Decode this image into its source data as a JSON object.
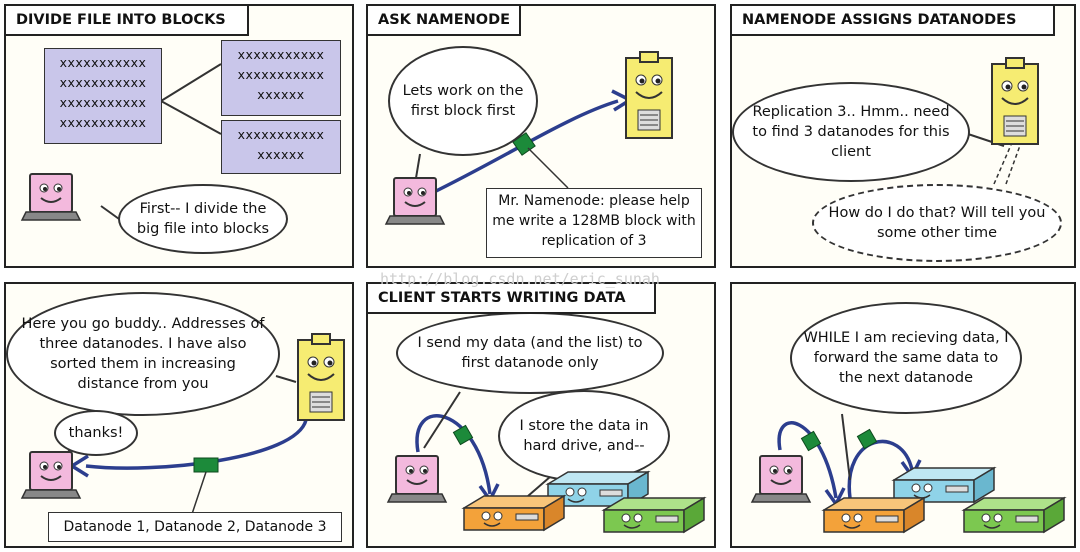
{
  "panels": [
    {
      "title": "DIVIDE FILE INTO BLOCKS",
      "file_lines": [
        "xxxxxxxxxxx",
        "xxxxxxxxxxx",
        "xxxxxxxxxxx",
        "xxxxxxxxxxx"
      ],
      "block1_lines": [
        "xxxxxxxxxxx",
        "xxxxxxxxxxx",
        "xxxxxx"
      ],
      "block2_lines": [
        "xxxxxxxxxxx",
        "xxxxxx"
      ],
      "speech": "First-- I divide the big file into blocks"
    },
    {
      "title": "ASK NAMENODE",
      "speech": "Lets work on the first block first",
      "message": "Mr. Namenode: please help me write a 128MB block with replication of 3"
    },
    {
      "title": "NAMENODE ASSIGNS DATANODES",
      "speech": "Replication 3.. Hmm.. need to find 3 datanodes for this client",
      "thought": "How do I do that? Will tell you some other time"
    },
    {
      "speech": "Here you go buddy.. Addresses of three datanodes. I have also sorted them in increasing distance from you",
      "reply": "thanks!",
      "message": "Datanode 1, Datanode 2, Datanode 3"
    },
    {
      "title": "CLIENT STARTS WRITING DATA",
      "speech_client": "I send my data (and the list) to first datanode only",
      "speech_datanode": "I store the data in hard drive, and--"
    },
    {
      "speech": "WHILE I am recieving data, I forward the same data to the next datanode"
    }
  ],
  "watermark": "http://blog.csdn.net/eric_sunah",
  "colors": {
    "block": "#c9c6ea",
    "server": "#f6ec72",
    "laptop": "#f3b9dd",
    "arrow": "#2c3e8e",
    "packet": "#1c8a3a",
    "dn_orange": "#f3a23a",
    "dn_cyan": "#8fd3e8",
    "dn_green": "#7cc850"
  }
}
